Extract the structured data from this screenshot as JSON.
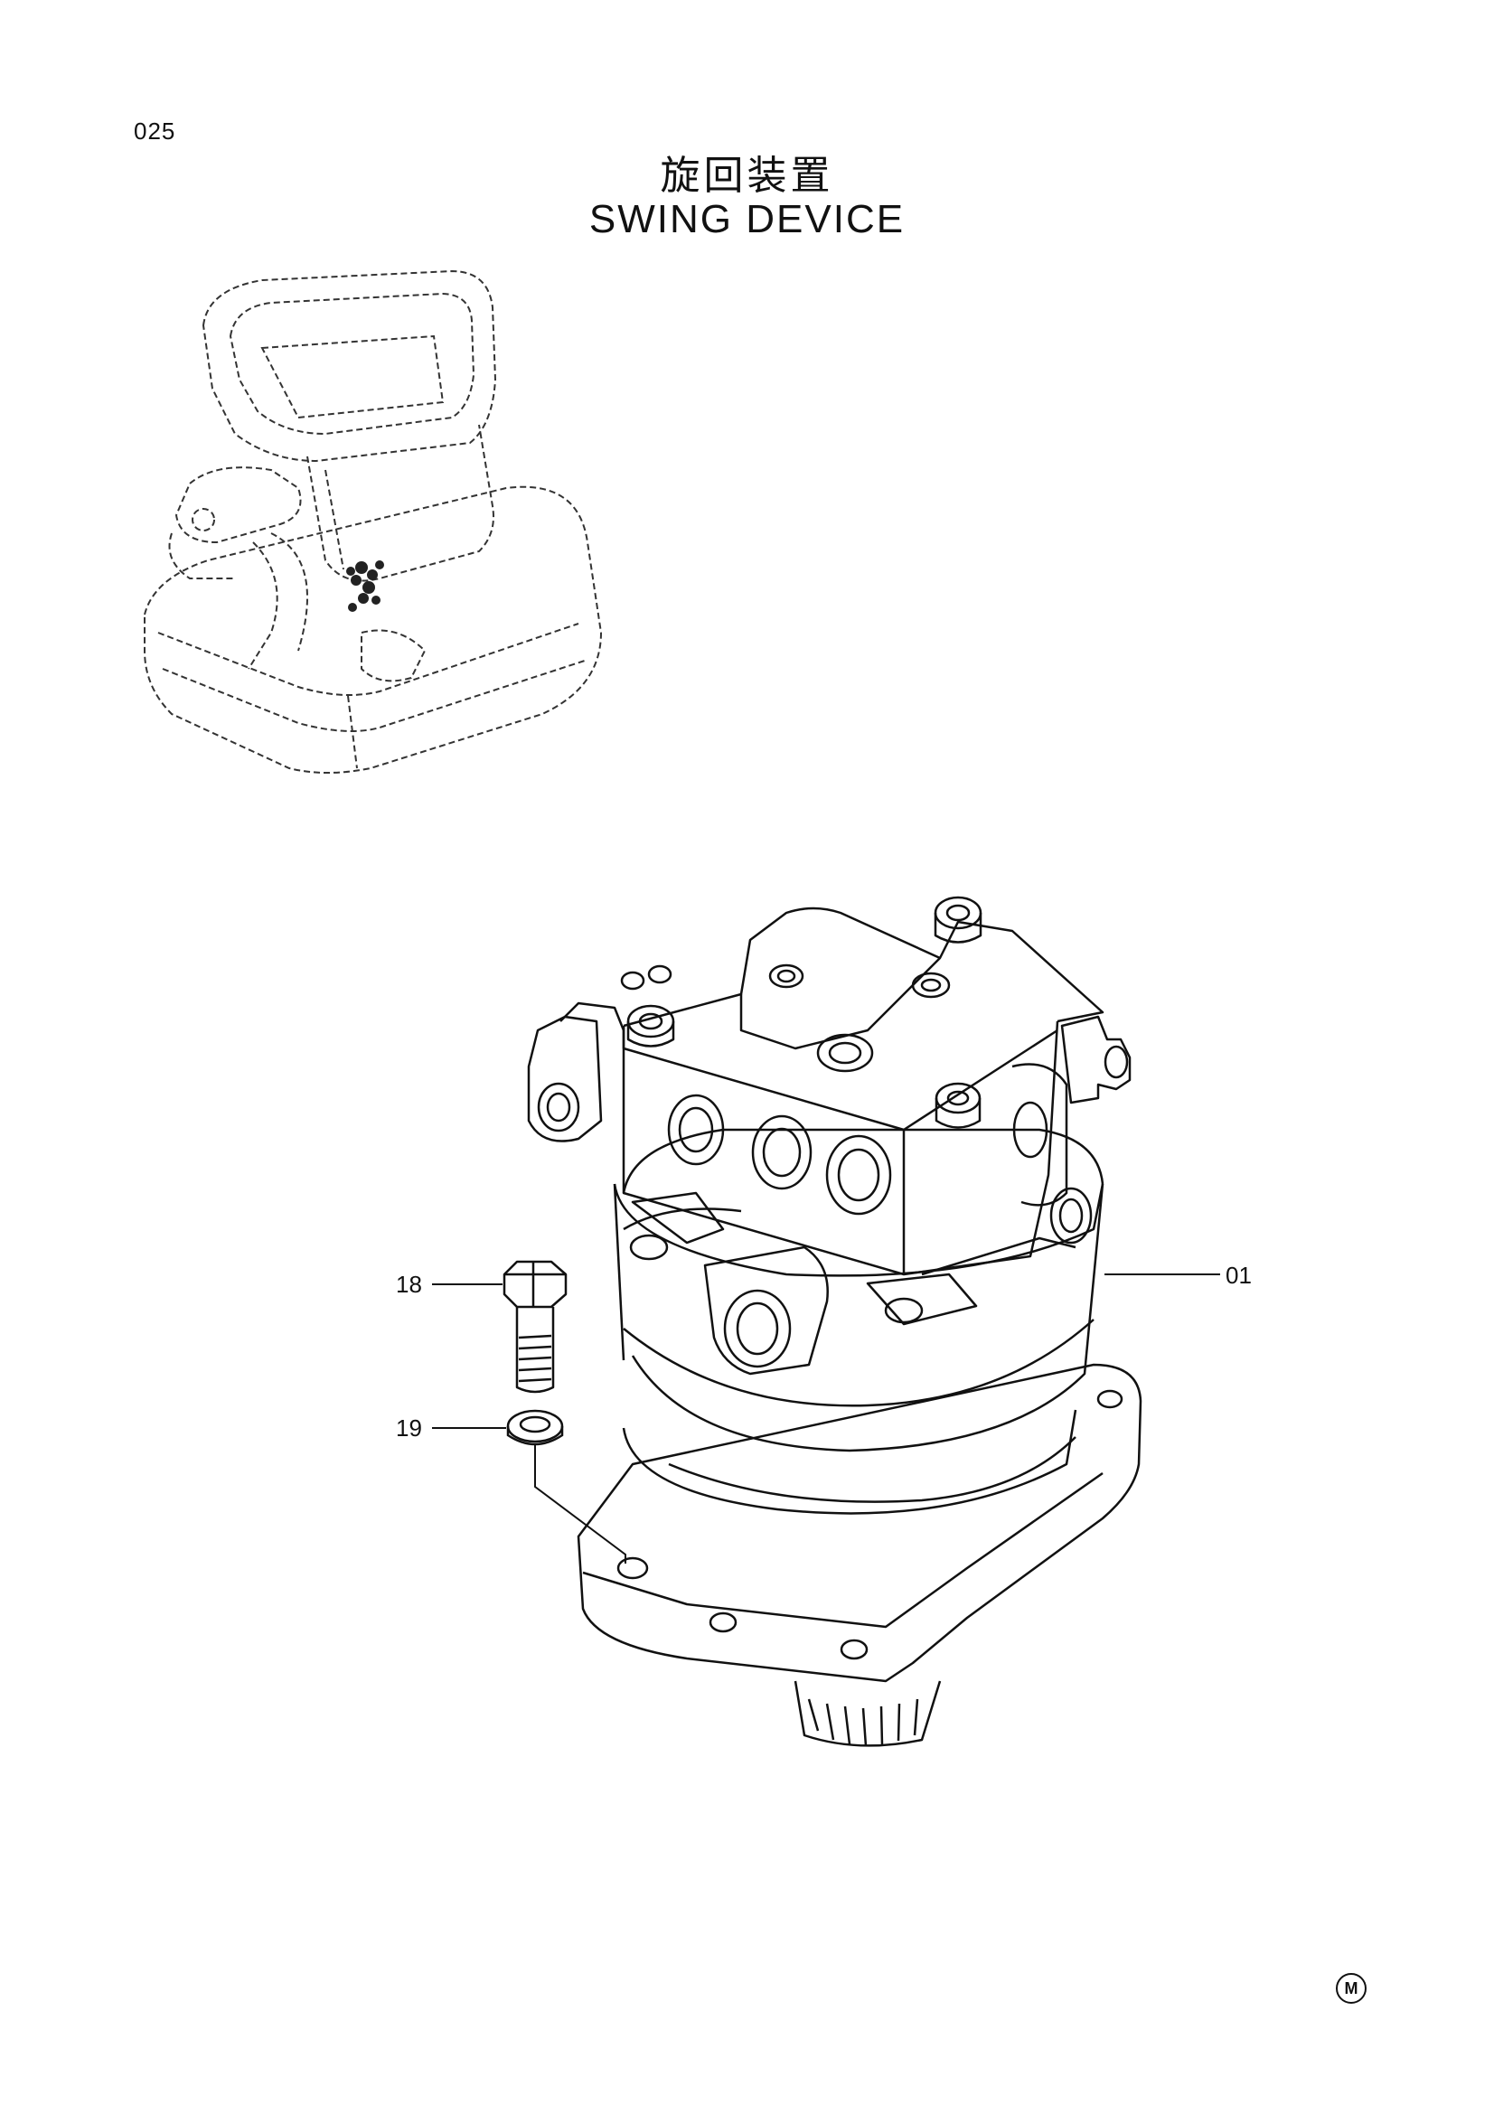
{
  "page_number": "025",
  "title_jp": "旋回装置",
  "title_en": "SWING DEVICE",
  "callouts": [
    {
      "id": "01",
      "label": "01"
    },
    {
      "id": "18",
      "label": "18"
    },
    {
      "id": "19",
      "label": "19"
    }
  ],
  "mark": "M",
  "icons": {
    "mark": "circled-m-icon"
  }
}
